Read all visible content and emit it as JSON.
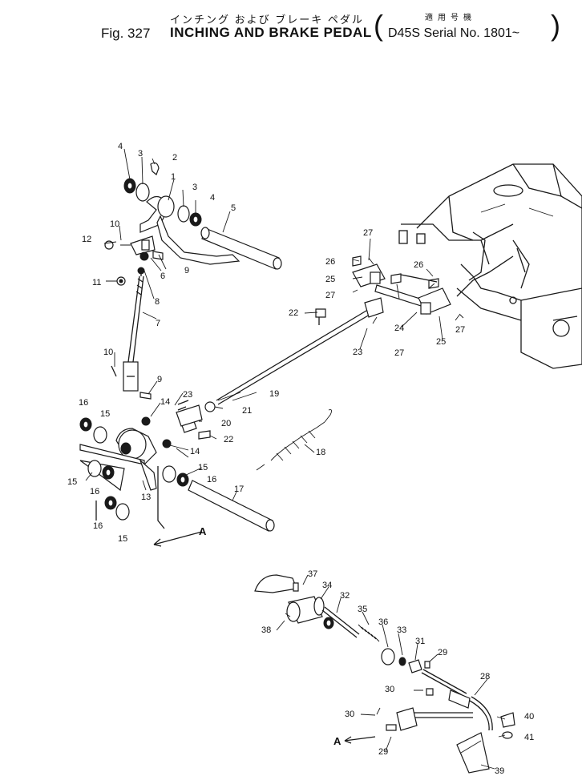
{
  "header": {
    "jp_title": "インチング および ブレーキ ペダル",
    "fig_no": "Fig. 327",
    "en_title": "INCHING AND BRAKE PEDAL",
    "serial_jp": "適用号機",
    "serial": "D45S Serial No. 1801~",
    "paren_left": "(",
    "paren_right": ")"
  },
  "view_marker": "A",
  "callouts": [
    {
      "id": "c1",
      "num": "1"
    },
    {
      "id": "c2",
      "num": "2"
    },
    {
      "id": "c3a",
      "num": "3"
    },
    {
      "id": "c3b",
      "num": "3"
    },
    {
      "id": "c4a",
      "num": "4"
    },
    {
      "id": "c4b",
      "num": "4"
    },
    {
      "id": "c5",
      "num": "5"
    },
    {
      "id": "c6",
      "num": "6"
    },
    {
      "id": "c7",
      "num": "7"
    },
    {
      "id": "c8",
      "num": "8"
    },
    {
      "id": "c9a",
      "num": "9"
    },
    {
      "id": "c9b",
      "num": "9"
    },
    {
      "id": "c10a",
      "num": "10"
    },
    {
      "id": "c10b",
      "num": "10"
    },
    {
      "id": "c11",
      "num": "11"
    },
    {
      "id": "c12",
      "num": "12"
    },
    {
      "id": "c13",
      "num": "13"
    },
    {
      "id": "c14a",
      "num": "14"
    },
    {
      "id": "c14b",
      "num": "14"
    },
    {
      "id": "c15a",
      "num": "15"
    },
    {
      "id": "c15b",
      "num": "15"
    },
    {
      "id": "c15c",
      "num": "15"
    },
    {
      "id": "c15d",
      "num": "15"
    },
    {
      "id": "c16a",
      "num": "16"
    },
    {
      "id": "c16b",
      "num": "16"
    },
    {
      "id": "c16c",
      "num": "16"
    },
    {
      "id": "c16d",
      "num": "16"
    },
    {
      "id": "c17",
      "num": "17"
    },
    {
      "id": "c18",
      "num": "18"
    },
    {
      "id": "c19",
      "num": "19"
    },
    {
      "id": "c20",
      "num": "20"
    },
    {
      "id": "c21",
      "num": "21"
    },
    {
      "id": "c22a",
      "num": "22"
    },
    {
      "id": "c22b",
      "num": "22"
    },
    {
      "id": "c23a",
      "num": "23"
    },
    {
      "id": "c23b",
      "num": "23"
    },
    {
      "id": "c24",
      "num": "24"
    },
    {
      "id": "c25a",
      "num": "25"
    },
    {
      "id": "c25b",
      "num": "25"
    },
    {
      "id": "c26a",
      "num": "26"
    },
    {
      "id": "c26b",
      "num": "26"
    },
    {
      "id": "c27a",
      "num": "27"
    },
    {
      "id": "c27b",
      "num": "27"
    },
    {
      "id": "c27c",
      "num": "27"
    },
    {
      "id": "c27d",
      "num": "27"
    },
    {
      "id": "c28",
      "num": "28"
    },
    {
      "id": "c29a",
      "num": "29"
    },
    {
      "id": "c29b",
      "num": "29"
    },
    {
      "id": "c30a",
      "num": "30"
    },
    {
      "id": "c30b",
      "num": "30"
    },
    {
      "id": "c31",
      "num": "31"
    },
    {
      "id": "c32",
      "num": "32"
    },
    {
      "id": "c33",
      "num": "33"
    },
    {
      "id": "c34",
      "num": "34"
    },
    {
      "id": "c35",
      "num": "35"
    },
    {
      "id": "c36",
      "num": "36"
    },
    {
      "id": "c37",
      "num": "37"
    },
    {
      "id": "c38",
      "num": "38"
    },
    {
      "id": "c39",
      "num": "39"
    },
    {
      "id": "c40",
      "num": "40"
    },
    {
      "id": "c41",
      "num": "41"
    }
  ]
}
